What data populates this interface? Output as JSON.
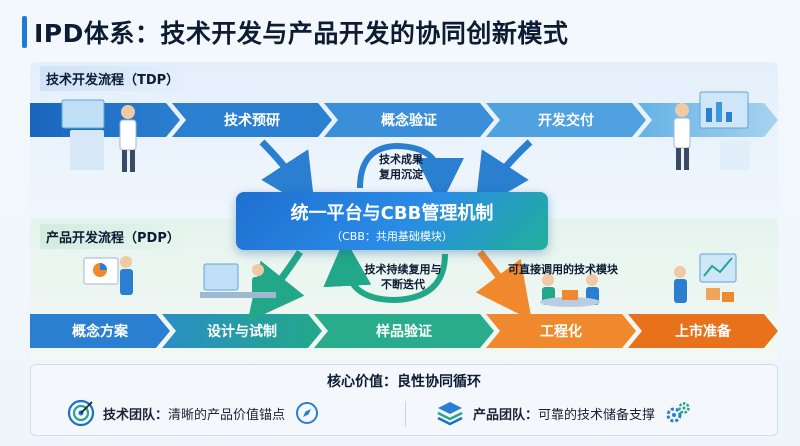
{
  "title": "IPD体系：技术开发与产品开发的协同创新模式",
  "tdp": {
    "label": "技术开发流程（TDP）",
    "stages": [
      "技术预研",
      "概念验证",
      "开发交付"
    ]
  },
  "pdp": {
    "label": "产品开发流程（PDP）",
    "stages": [
      "概念方案",
      "设计与试制",
      "样品验证",
      "工程化",
      "上市准备"
    ]
  },
  "hub": {
    "title": "统一平台与CBB管理机制",
    "subtitle": "（CBB：共用基础模块）"
  },
  "notes": {
    "reuse_top": [
      "技术成果",
      "复用沉淀"
    ],
    "reuse_bottom": [
      "技术持续复用与",
      "不断迭代"
    ],
    "callable": "可直接调用的技术模块"
  },
  "value": {
    "title": "核心价值：良性协同循环",
    "tech_team_label": "技术团队：",
    "tech_team_text": "清晰的产品价值锚点",
    "product_team_label": "产品团队：",
    "product_team_text": "可靠的技术储备支撑"
  },
  "colors": {
    "tdp_dark": "#1e6fc4",
    "tdp_light": "#3d9ad9",
    "pdp_blue": "#2a7fd0",
    "pdp_teal": "#22a889",
    "pdp_orange": "#f0892e",
    "orange_dark": "#e8711b"
  },
  "icons": [
    "target-icon",
    "compass-icon",
    "layers-icon",
    "gears-icon"
  ]
}
